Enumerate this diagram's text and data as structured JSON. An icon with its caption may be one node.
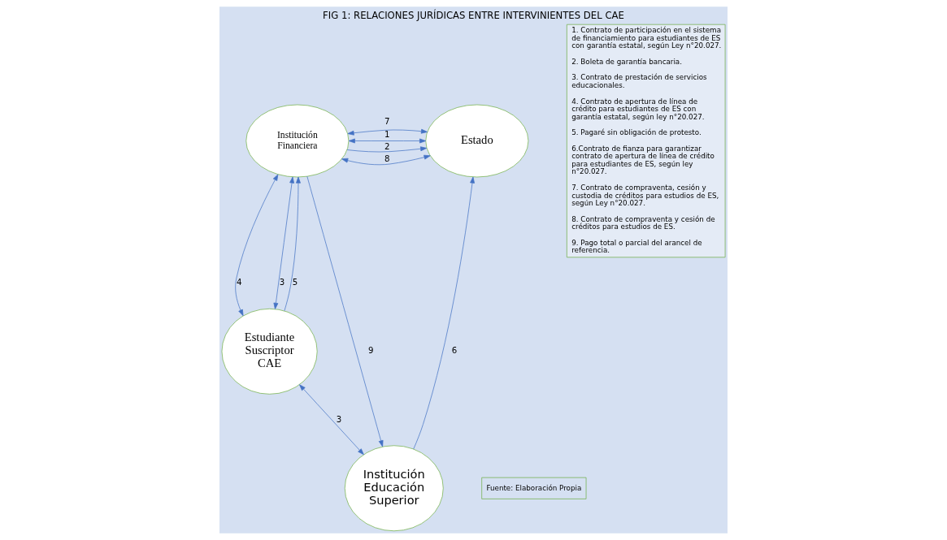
{
  "diagram": {
    "title": "FIG 1: RELACIONES JURÍDICAS ENTRE INTERVINIENTES DEL CAE",
    "caption": "Fuente: Elaboración Propia",
    "nodes": [
      {
        "text": [
          "Institución Financiera"
        ]
      },
      {
        "text": [
          "Estado"
        ]
      },
      {
        "text": [
          "Estudiante Suscriptor CAE"
        ]
      },
      {
        "text": [
          "Institución Educación Superior"
        ]
      },
      {
        "text": [
          "1. Contrato de participación en el sistema de financiamiento para estudiantes de ES con garantía estatal, según Ley n°20.027.",
          "2. Boleta de garantía bancaria.",
          "3. Contrato de prestación de servicios educacionales.",
          "4. Contrato de apertura de línea de crédito para estudiantes de ES con garantía estatal, según ley n°20.027.",
          "5. Pagaré sin obligación de protesto.",
          "6.Contrato de fianza para garantizar contrato de apertura de línea de crédito para estudiantes de ES, según ley n°20.027.",
          "7. Contrato de compraventa, cesión y custodia de créditos para estudios de ES, según Ley n°20.027.",
          "8. Contrato de compraventa y cesión de créditos para estudios de ES.",
          "9. Pago total o parcial del arancel de referencia."
        ]
      }
    ],
    "edges": [
      {
        "from": 0,
        "to": 1,
        "arrow": "both",
        "label": "1"
      },
      {
        "from": 0,
        "to": 1,
        "arrow": "to",
        "label": "2"
      },
      {
        "from": 0,
        "to": 1,
        "arrow": "both",
        "label": "7"
      },
      {
        "from": 0,
        "to": 1,
        "arrow": "both",
        "label": "8"
      },
      {
        "from": 0,
        "to": 2,
        "arrow": "both",
        "label": "4"
      },
      {
        "from": 0,
        "to": 2,
        "arrow": "both",
        "label": "3"
      },
      {
        "from": 2,
        "to": 0,
        "arrow": "to",
        "label": "5"
      },
      {
        "from": 0,
        "to": 3,
        "arrow": "to",
        "label": "9"
      },
      {
        "from": 3,
        "to": 1,
        "arrow": "to",
        "label": "6"
      },
      {
        "from": 2,
        "to": 3,
        "arrow": "both",
        "label": "3"
      }
    ]
  }
}
